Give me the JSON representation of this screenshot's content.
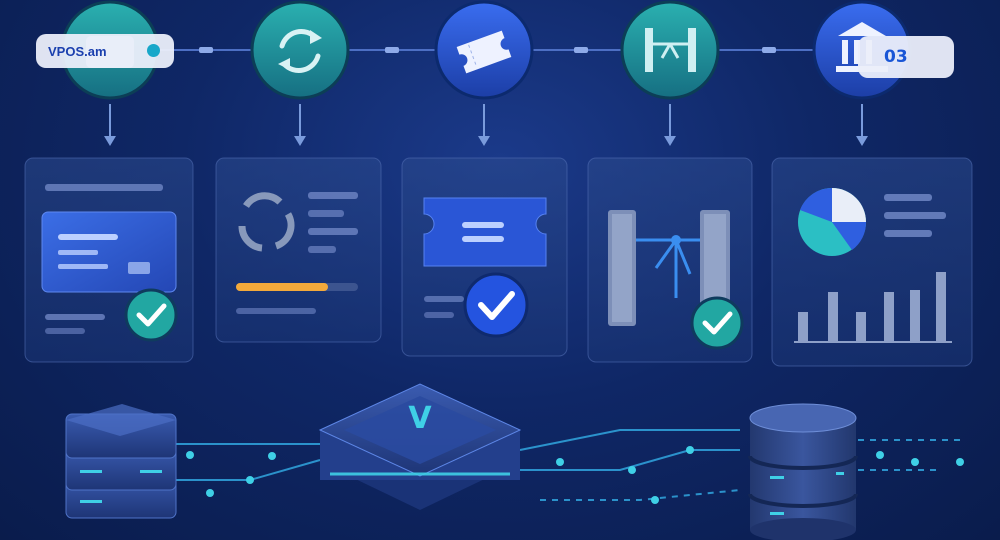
{
  "brand": {
    "label": "VPOS.am"
  },
  "step_badge": {
    "label": "03"
  },
  "workflow": {
    "steps": [
      {
        "icon": "card-icon",
        "panel": "card-payment-panel"
      },
      {
        "icon": "refresh-icon",
        "panel": "processing-panel"
      },
      {
        "icon": "ticket-icon",
        "panel": "ticket-panel"
      },
      {
        "icon": "turnstile-icon",
        "panel": "access-gate-panel"
      },
      {
        "icon": "bank-icon",
        "panel": "analytics-panel"
      }
    ]
  },
  "colors": {
    "background": "#0f2766",
    "teal": "#1f8f96",
    "blue": "#2452c9",
    "accent_cyan": "#3fd0e6",
    "progress_orange": "#f3a93b"
  }
}
